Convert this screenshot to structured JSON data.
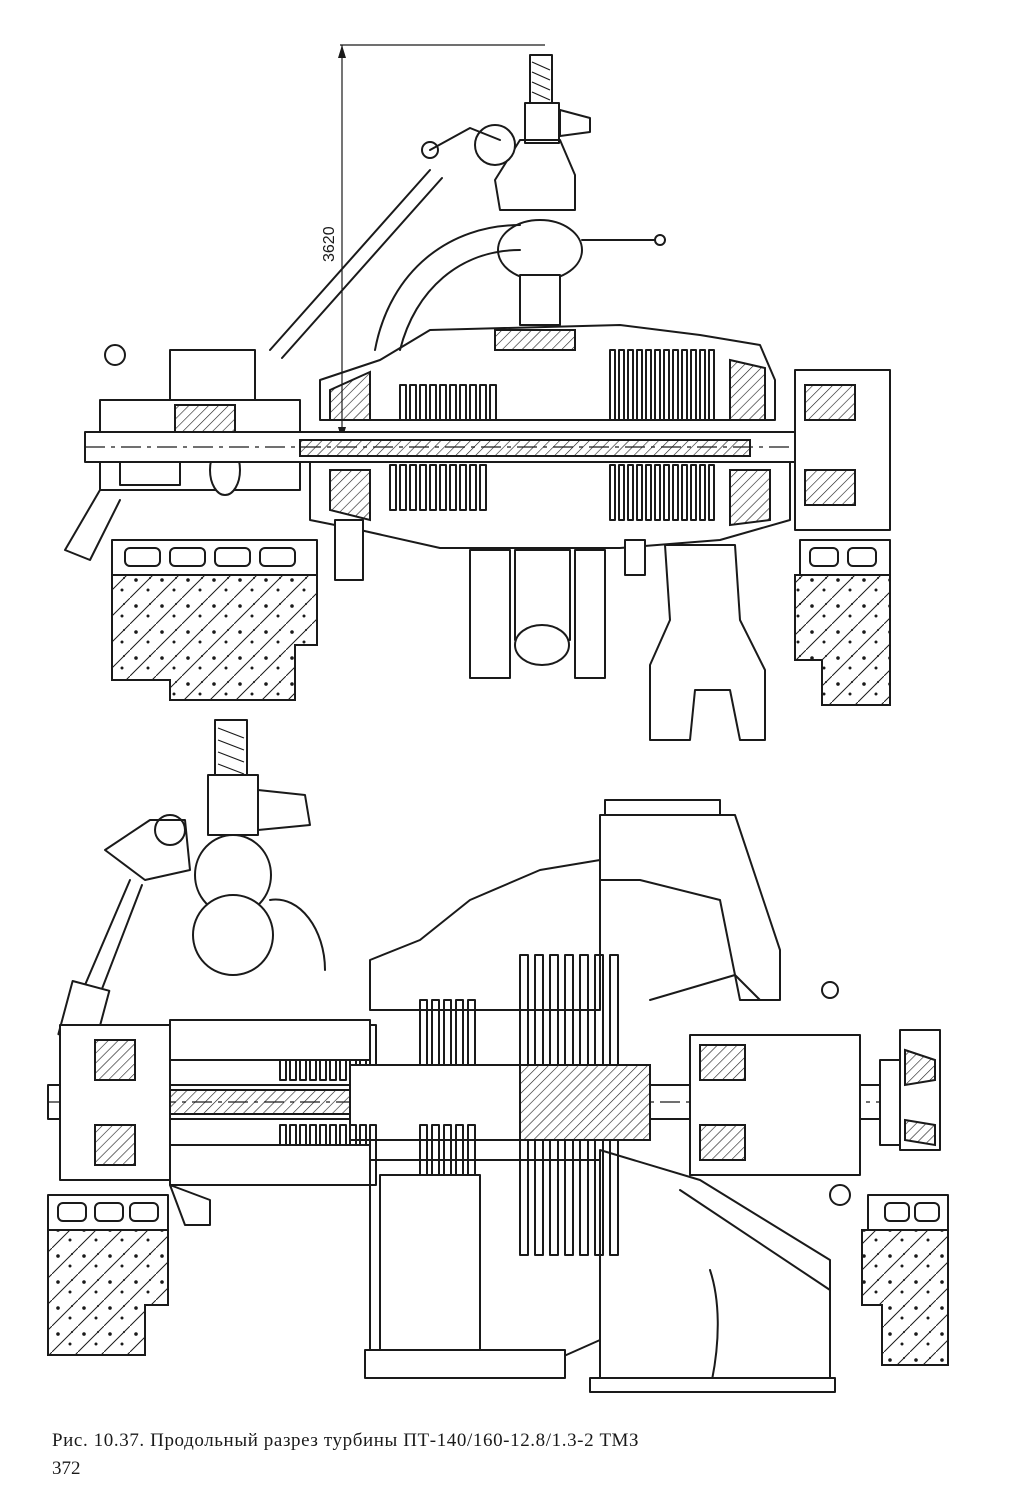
{
  "figure": {
    "dimension_label": "3620",
    "caption": "Рис. 10.37. Продольный разрез турбины ПТ-140/160-12.8/1.3-2 ТМЗ",
    "page_number": "372"
  },
  "colors": {
    "ink": "#1a1a1a",
    "paper": "#ffffff"
  }
}
